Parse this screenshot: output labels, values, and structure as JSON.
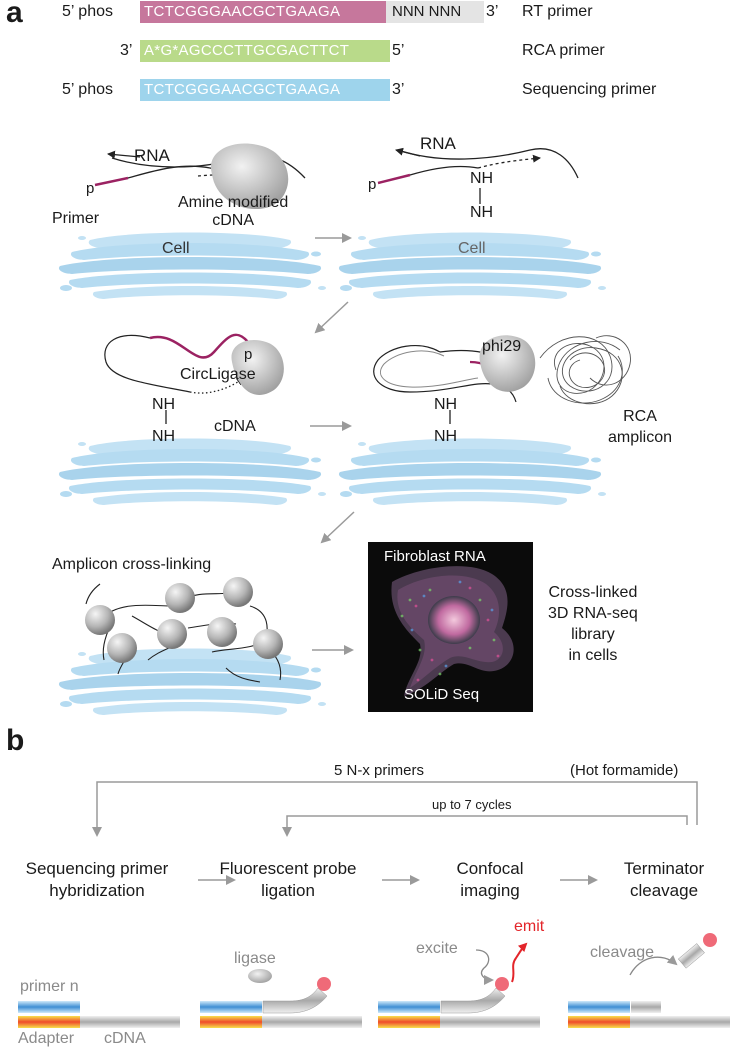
{
  "panel_a": {
    "letter": "a",
    "primers": {
      "rt": {
        "prefix": "5’ phos",
        "sequence": "TCTCGGGAACGCTGAAGA",
        "suffix_seq": "NNN NNN",
        "end": "3’",
        "label": "RT primer"
      },
      "rca": {
        "prefix": "3’",
        "sequence": "A*G*AGCCCTTGCGACTTCT",
        "end": "5’",
        "label": "RCA primer"
      },
      "seqp": {
        "prefix": "5’ phos",
        "sequence": "TCTCGGGAACGCTGAAGA",
        "end": "3’",
        "label": "Sequencing primer"
      }
    },
    "step1": {
      "rna": "RNA",
      "p": "p",
      "primer": "Primer",
      "cdna": "Amine modified\ncDNA",
      "cell": "Cell"
    },
    "step2": {
      "rna": "RNA",
      "p": "p",
      "nh_top": "NH",
      "nh_bottom": "NH",
      "cell": "Cell"
    },
    "step3": {
      "p": "p",
      "ligase": "CircLigase",
      "nh_top": "NH",
      "nh_bottom": "NH",
      "cdna": "cDNA"
    },
    "step4": {
      "enzyme": "phi29",
      "nh_top": "NH",
      "nh_bottom": "NH",
      "amplicon": "RCA\namplicon"
    },
    "step5": {
      "title": "Amplicon cross-linking"
    },
    "micrograph": {
      "top_label": "Fibroblast RNA",
      "bottom_label": "SOLiD Seq"
    },
    "result": "Cross-linked\n3D RNA-seq\nlibrary\nin cells"
  },
  "panel_b": {
    "letter": "b",
    "loop_outer": "5 N-x primers",
    "loop_outer_note": "(Hot formamide)",
    "loop_inner": "up to 7 cycles",
    "steps": [
      {
        "label": "Sequencing primer\nhybridization"
      },
      {
        "label": "Fluorescent probe\nligation"
      },
      {
        "label": "Confocal\nimaging"
      },
      {
        "label": "Terminator\ncleavage"
      }
    ],
    "annotations": {
      "primer_n": "primer n",
      "adapter": "Adapter",
      "cdna": "cDNA",
      "ligase": "ligase",
      "excite": "excite",
      "emit": "emit",
      "cleavage": "cleavage"
    }
  },
  "colors": {
    "rt_primer": "#c6779c",
    "rt_tail": "#e4e4e4",
    "rca_primer": "#b9da8a",
    "seq_primer": "#9ed4ec",
    "cell": "#a9d3ec",
    "magenta": "#9b2262",
    "arrow_grey": "#9a9a9a",
    "probe_dot": "#ef6a78",
    "emit_red": "#e3252a"
  }
}
